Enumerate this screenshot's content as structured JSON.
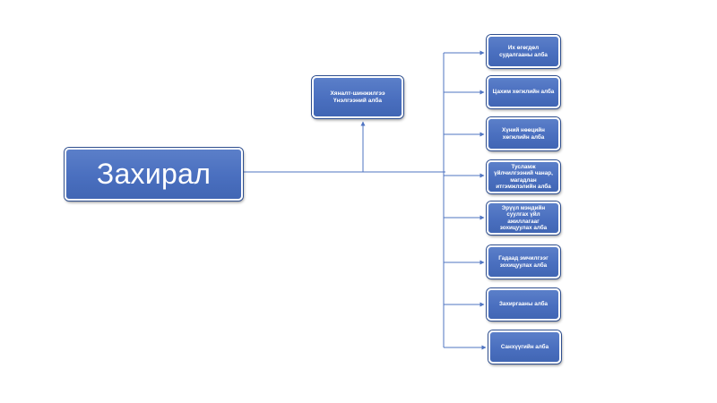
{
  "diagram": {
    "type": "org-chart",
    "colors": {
      "box_fill": "#4a6fbf",
      "box_border": "#ffffff",
      "connector": "#4f74c2",
      "text": "#ffffff"
    },
    "root": {
      "label": "Захирал"
    },
    "upper_unit": {
      "label": "Хяналт-шинжилгээ\nҮнэлгээний алба"
    },
    "units": [
      {
        "label": "Их өгөгдөл\nсудалгааны алба"
      },
      {
        "label": "Цахим хөгжлийн алба"
      },
      {
        "label": "Хүний нөөцийн\nхөгжлийн алба"
      },
      {
        "label": "Тусламж\nүйлчилгээний чанар,\nмагадлан\nитгэмжлэлийн алба"
      },
      {
        "label": "Эрүүл мэндийн\nсуулгах үйл\nажиллагааг\nзохицуулах алба"
      },
      {
        "label": "Гадаад эмчилгээг\nзохицуулах алба"
      },
      {
        "label": "Захиргааны алба"
      },
      {
        "label": "Санхүүгийн алба"
      }
    ]
  }
}
